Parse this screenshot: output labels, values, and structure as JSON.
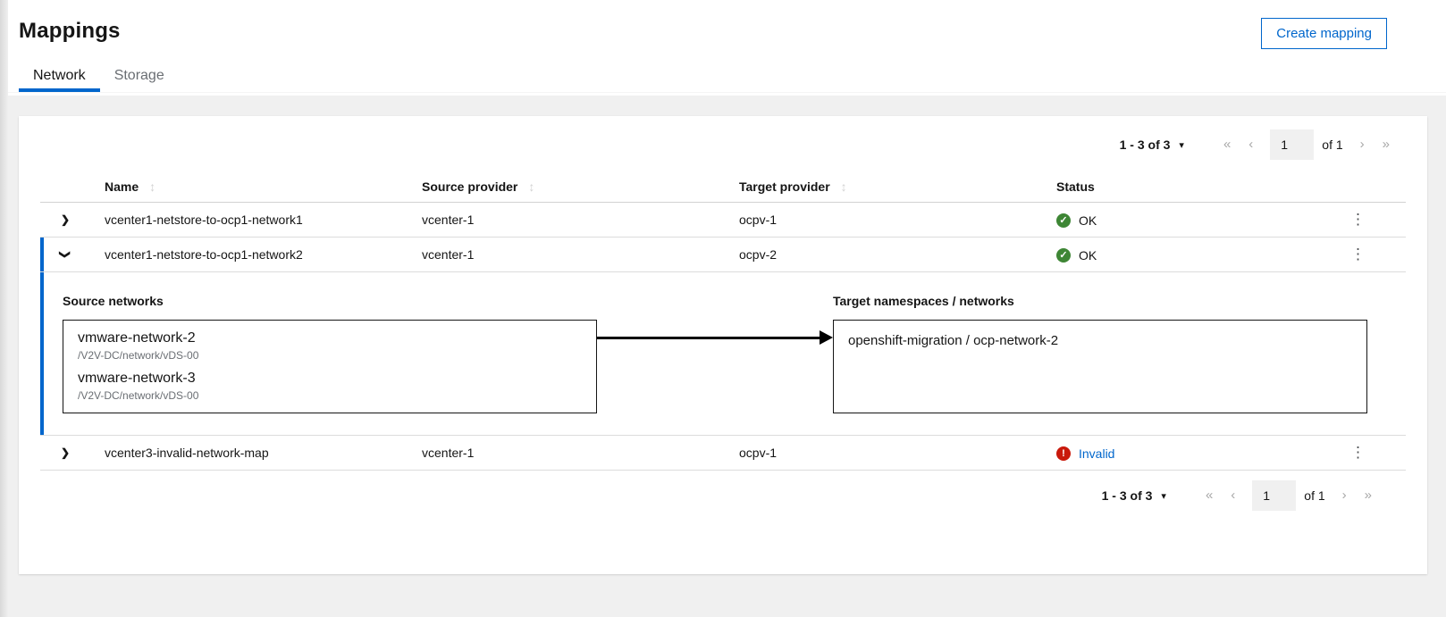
{
  "header": {
    "title": "Mappings",
    "create_button_label": "Create mapping",
    "tabs": [
      {
        "label": "Network"
      },
      {
        "label": "Storage"
      }
    ]
  },
  "pagination": {
    "range": "1 - 3 of 3",
    "page_value": "1",
    "of_total": "of 1"
  },
  "table": {
    "headers": {
      "name": "Name",
      "source": "Source provider",
      "target": "Target provider",
      "status": "Status"
    },
    "rows": [
      {
        "name": "vcenter1-netstore-to-ocp1-network1",
        "source": "vcenter-1",
        "target": "ocpv-1",
        "status": "OK",
        "status_type": "ok",
        "expanded": false
      },
      {
        "name": "vcenter1-netstore-to-ocp1-network2",
        "source": "vcenter-1",
        "target": "ocpv-2",
        "status": "OK",
        "status_type": "ok",
        "expanded": true
      },
      {
        "name": "vcenter3-invalid-network-map",
        "source": "vcenter-1",
        "target": "ocpv-1",
        "status": "Invalid",
        "status_type": "error",
        "expanded": false
      }
    ]
  },
  "expansion": {
    "source_title": "Source networks",
    "target_title": "Target namespaces / networks",
    "source_networks": [
      {
        "name": "vmware-network-2",
        "path": "/V2V-DC/network/vDS-00"
      },
      {
        "name": "vmware-network-3",
        "path": "/V2V-DC/network/vDS-00"
      }
    ],
    "target_value": "openshift-migration / ocp-network-2"
  },
  "icons": {
    "sort": "↕",
    "caret_down": "▾",
    "chevron": "❯",
    "kebab": "⋮",
    "check": "✓",
    "exclamation": "!",
    "first": "«",
    "previous": "‹",
    "next": "›",
    "last": "»"
  },
  "colors": {
    "accent_blue": "#0066cc",
    "success_green": "#3e8635",
    "danger_red": "#c9190b",
    "secondary_text": "#6a6e73",
    "page_background": "#f0f0f0"
  }
}
